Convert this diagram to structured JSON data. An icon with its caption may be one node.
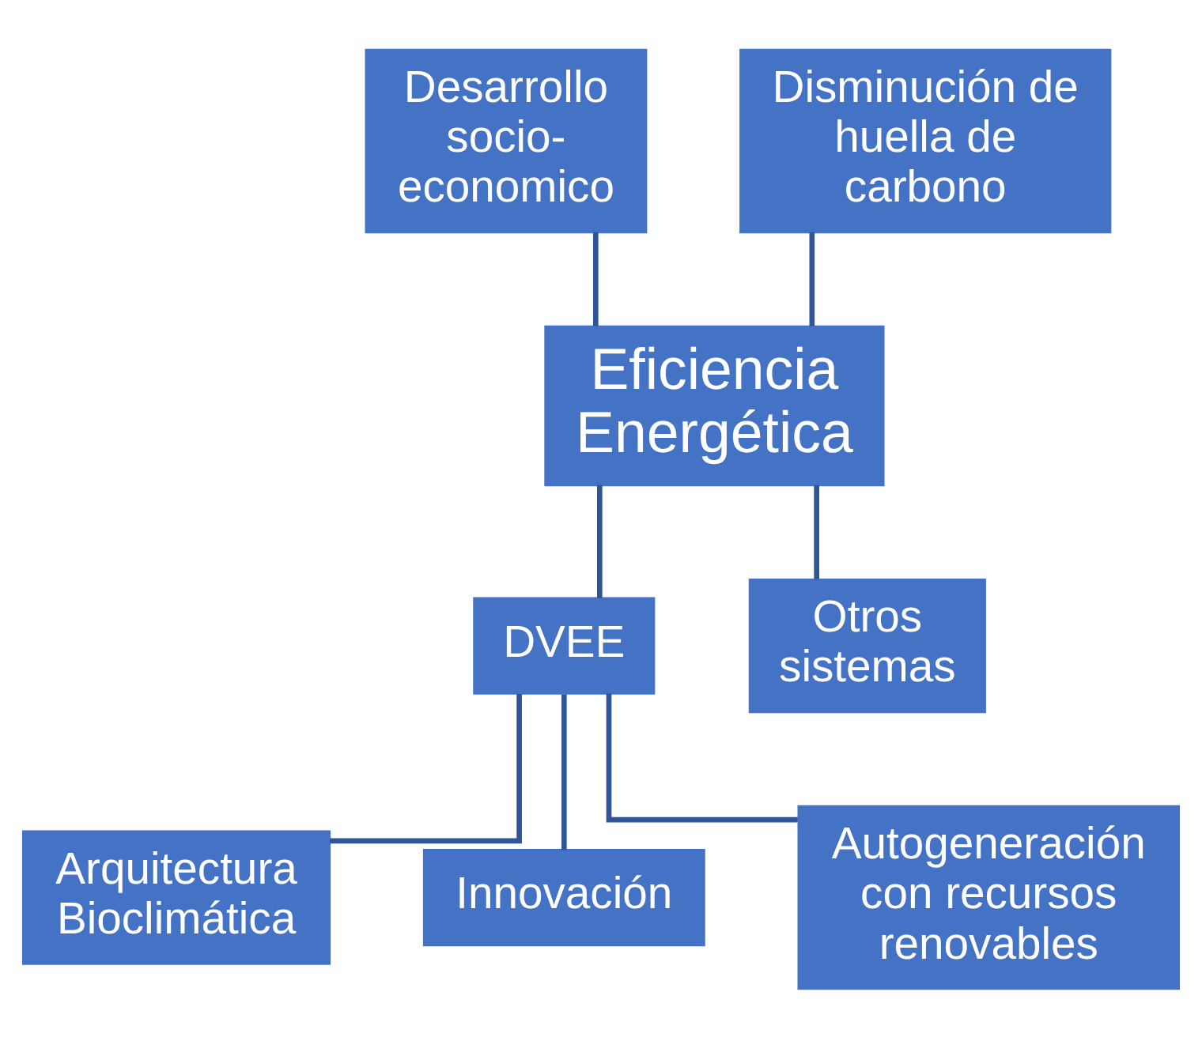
{
  "diagram": {
    "nodes": [
      {
        "text": [
          "Desarrollo socio-economico"
        ]
      },
      {
        "text": [
          "Disminución de huella de carbono"
        ]
      },
      {
        "text": [
          "Eficiencia Energética"
        ]
      },
      {
        "text": [
          "DVEE"
        ]
      },
      {
        "text": [
          "Otros sistemas"
        ]
      },
      {
        "text": [
          "Arquitectura Bioclimática"
        ]
      },
      {
        "text": [
          "Innovación"
        ]
      },
      {
        "text": [
          "Autogeneración con recursos renovables"
        ]
      }
    ],
    "edges": [
      {
        "from": 0,
        "to": 2,
        "arrow": "none"
      },
      {
        "from": 1,
        "to": 2,
        "arrow": "none"
      },
      {
        "from": 2,
        "to": 3,
        "arrow": "none"
      },
      {
        "from": 2,
        "to": 4,
        "arrow": "none"
      },
      {
        "from": 3,
        "to": 5,
        "arrow": "none"
      },
      {
        "from": 3,
        "to": 6,
        "arrow": "none"
      },
      {
        "from": 3,
        "to": 7,
        "arrow": "none"
      }
    ]
  }
}
